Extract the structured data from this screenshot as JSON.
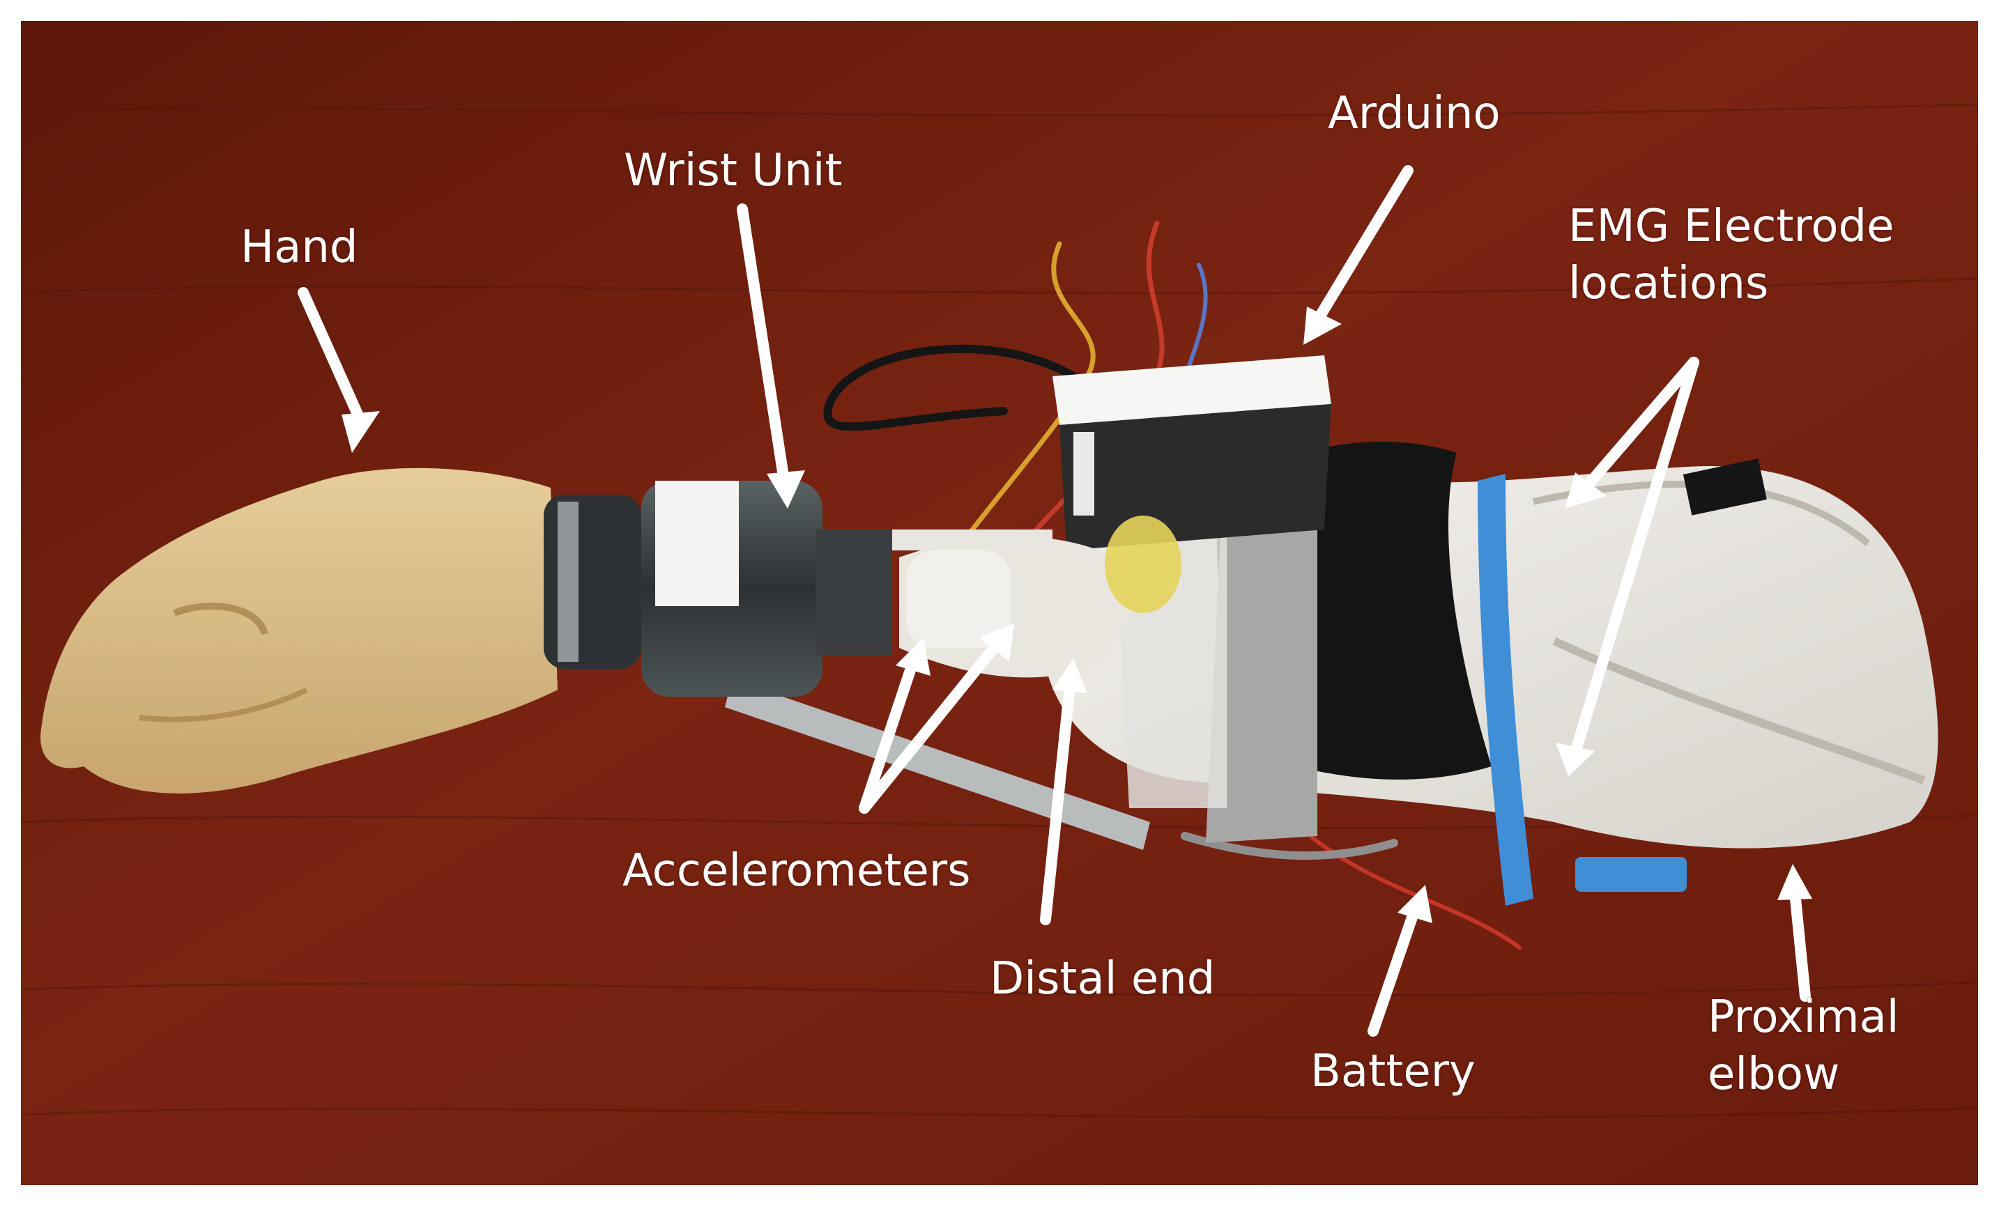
{
  "labels": {
    "hand": "Hand",
    "wrist_unit": "Wrist Unit",
    "arduino": "Arduino",
    "emg_line1": "EMG Electrode",
    "emg_line2": "locations",
    "accelerometers": "Accelerometers",
    "distal_end": "Distal end",
    "battery": "Battery",
    "proximal_line1": "Proximal",
    "proximal_line2": "elbow"
  },
  "colors": {
    "table_wood": "#6e1e0f",
    "table_wood_light": "#8a2d18",
    "hand_skin": "#dcc08a",
    "socket_white": "#ece9e2",
    "black_sleeve": "#141414",
    "tape_gray": "#a7a7a5",
    "wrist_metal": "#3e4446",
    "blue_strap": "#3f8ed6",
    "label_text": "#ffffff"
  }
}
